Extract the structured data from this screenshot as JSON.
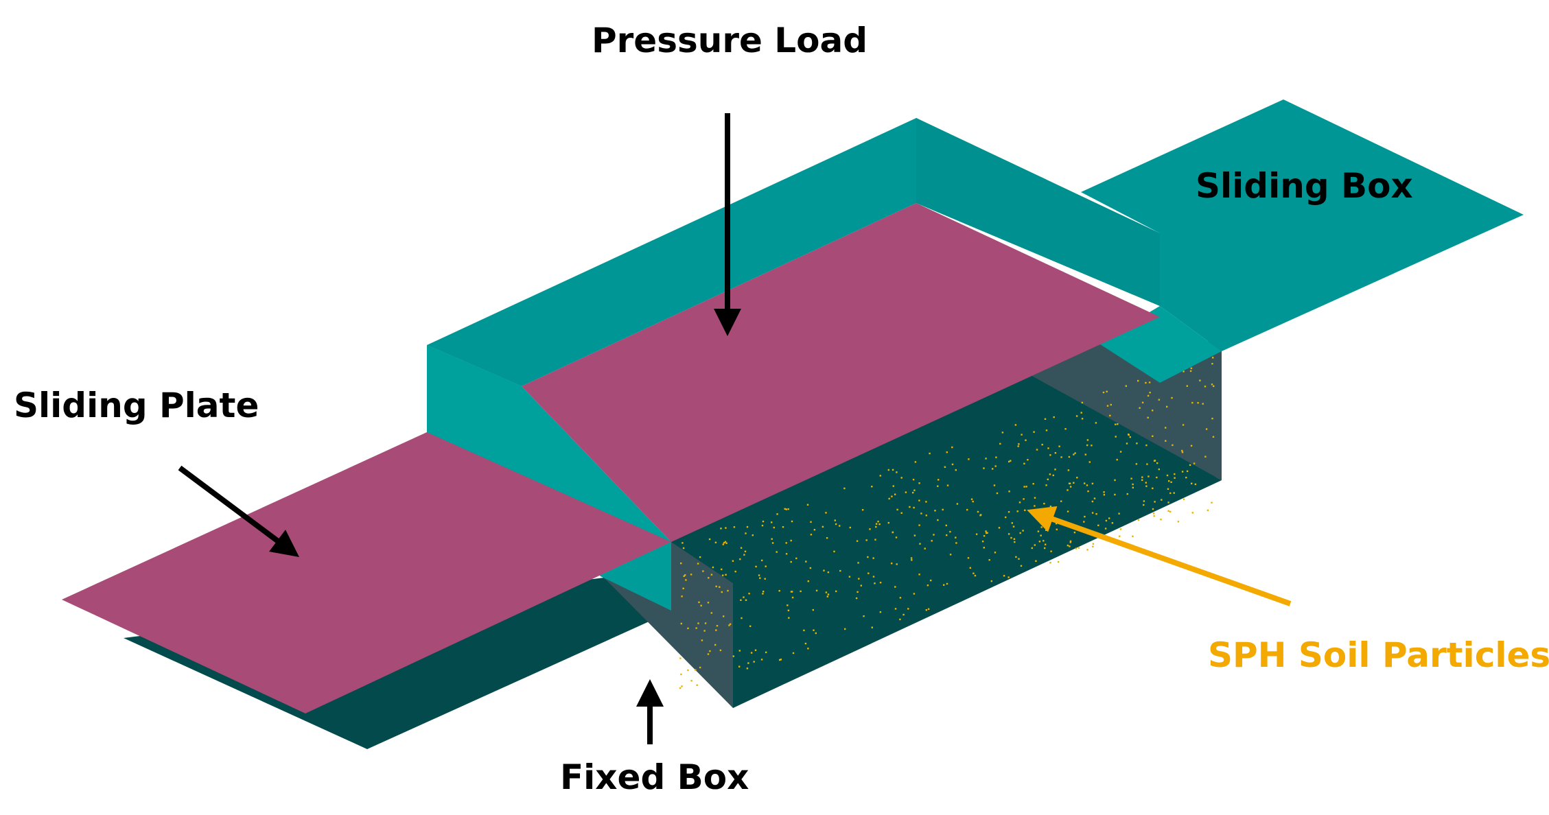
{
  "labels": {
    "pressure_load": "Pressure Load",
    "sliding_box": "Sliding Box",
    "sliding_plate": "Sliding Plate",
    "fixed_box": "Fixed Box",
    "sph_soil_particles": "SPH Soil Particles"
  },
  "colors": {
    "plate": "#A84B76",
    "box_face": "#009695",
    "box_face_alt": "#00A09C",
    "box_dark": "#034A4C",
    "fixed_box_side": "#36525A",
    "particles": "#E8B400",
    "annotation_arrow": "#F3A900",
    "arrow": "#000000",
    "text": "#000000",
    "sph_text": "#F3A900"
  }
}
